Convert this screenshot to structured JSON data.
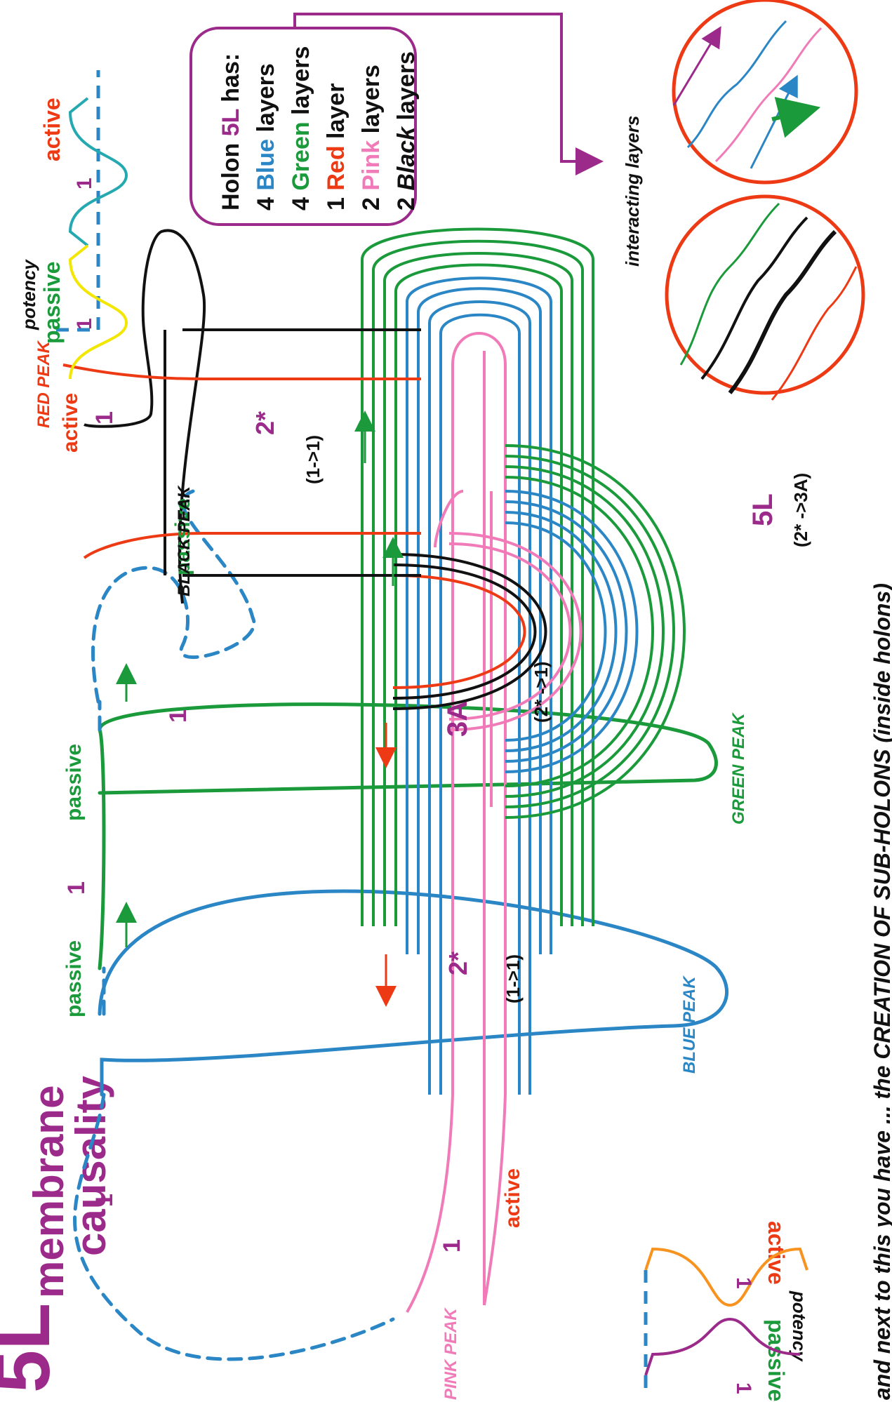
{
  "colors": {
    "blue": "#2b86c5",
    "green": "#1a9a3a",
    "red": "#ee3a14",
    "pink": "#f07bb8",
    "black": "#111111",
    "purple": "#9b2a8a",
    "yellow": "#f3e600",
    "teal": "#24a9b0",
    "orange": "#f7931e"
  },
  "title": {
    "main": "5L",
    "line1": "membrane",
    "line2": "causality"
  },
  "footer": "and next to this you have ... the CREATION OF SUB-HOLONS (inside holons)",
  "potency_top": {
    "label": "potency",
    "passive": "passive",
    "active": "active",
    "one_a": "1",
    "one_b": "1"
  },
  "potency_bottom": {
    "label": "potency",
    "passive": "passive",
    "active": "active",
    "one_a": "1",
    "one_b": "1"
  },
  "peaks": {
    "red": "RED PEAK",
    "black": "BLACK PEAK",
    "green": "GREEN PEAK",
    "blue": "BLUE PEAK",
    "pink": "PINK PEAK"
  },
  "labels": {
    "passive": "passive",
    "active": "active",
    "one": "1",
    "two_star": "2*",
    "three_a": "3A",
    "five_l": "5L",
    "t_1_1": "(1->1)",
    "t_2_1": "(2* ->1)",
    "t_2_3a": "(2* ->3A)"
  },
  "legend": {
    "heading_pre": "Holon ",
    "heading_hl": "5L",
    "heading_post": " has:",
    "rows": [
      {
        "num": "4 ",
        "word": "Blue",
        "rest": " layers",
        "color": "#2b86c5"
      },
      {
        "num": "4 ",
        "word": "Green",
        "rest": " layers",
        "color": "#1a9a3a"
      },
      {
        "num": "1 ",
        "word": "Red",
        "rest": " layer",
        "color": "#ee3a14"
      },
      {
        "num": "2 ",
        "word": "Pink",
        "rest": " layers",
        "color": "#f07bb8"
      },
      {
        "num": "2 ",
        "word": "Black",
        "rest": " layers",
        "color": "#111111"
      }
    ]
  },
  "interacting": "interacting layers"
}
